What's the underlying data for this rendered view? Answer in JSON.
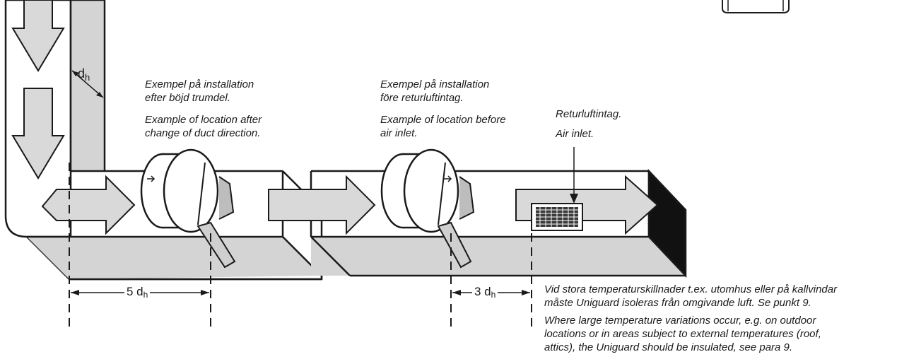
{
  "labels": {
    "duct_diameter": "d",
    "duct_diameter_sub": "h"
  },
  "captions": {
    "bend_sv": "Exempel på installation\nefter böjd trumdel.",
    "bend_en": "Example of location after\nchange of duct direction.",
    "before_inlet_sv": "Exempel på installation\nföre returluftintag.",
    "before_inlet_en": "Example of location before\nair inlet.",
    "inlet_sv": "Returluftintag.",
    "inlet_en": "Air inlet.",
    "note_sv": "Vid stora temperaturskillnader t.ex. utomhus eller på kallvindar\nmåste Uniguard isoleras från omgivande luft. Se punkt 9.",
    "note_en": "Where large temperature variations occur, e.g. on outdoor\nlocations or in areas subject to external temperatures (roof,\nattics), the Uniguard should be insulated, see para 9."
  },
  "dimensions": {
    "after_bend_value": "5 d",
    "after_bend_sub": "h",
    "before_inlet_value": "3 d",
    "before_inlet_sub": "h"
  },
  "colors": {
    "duct_fill": "#d4d4d4",
    "arrow_fill": "#d9d9d9",
    "outline": "#1a1a1a",
    "outlet_fill": "#111111"
  }
}
